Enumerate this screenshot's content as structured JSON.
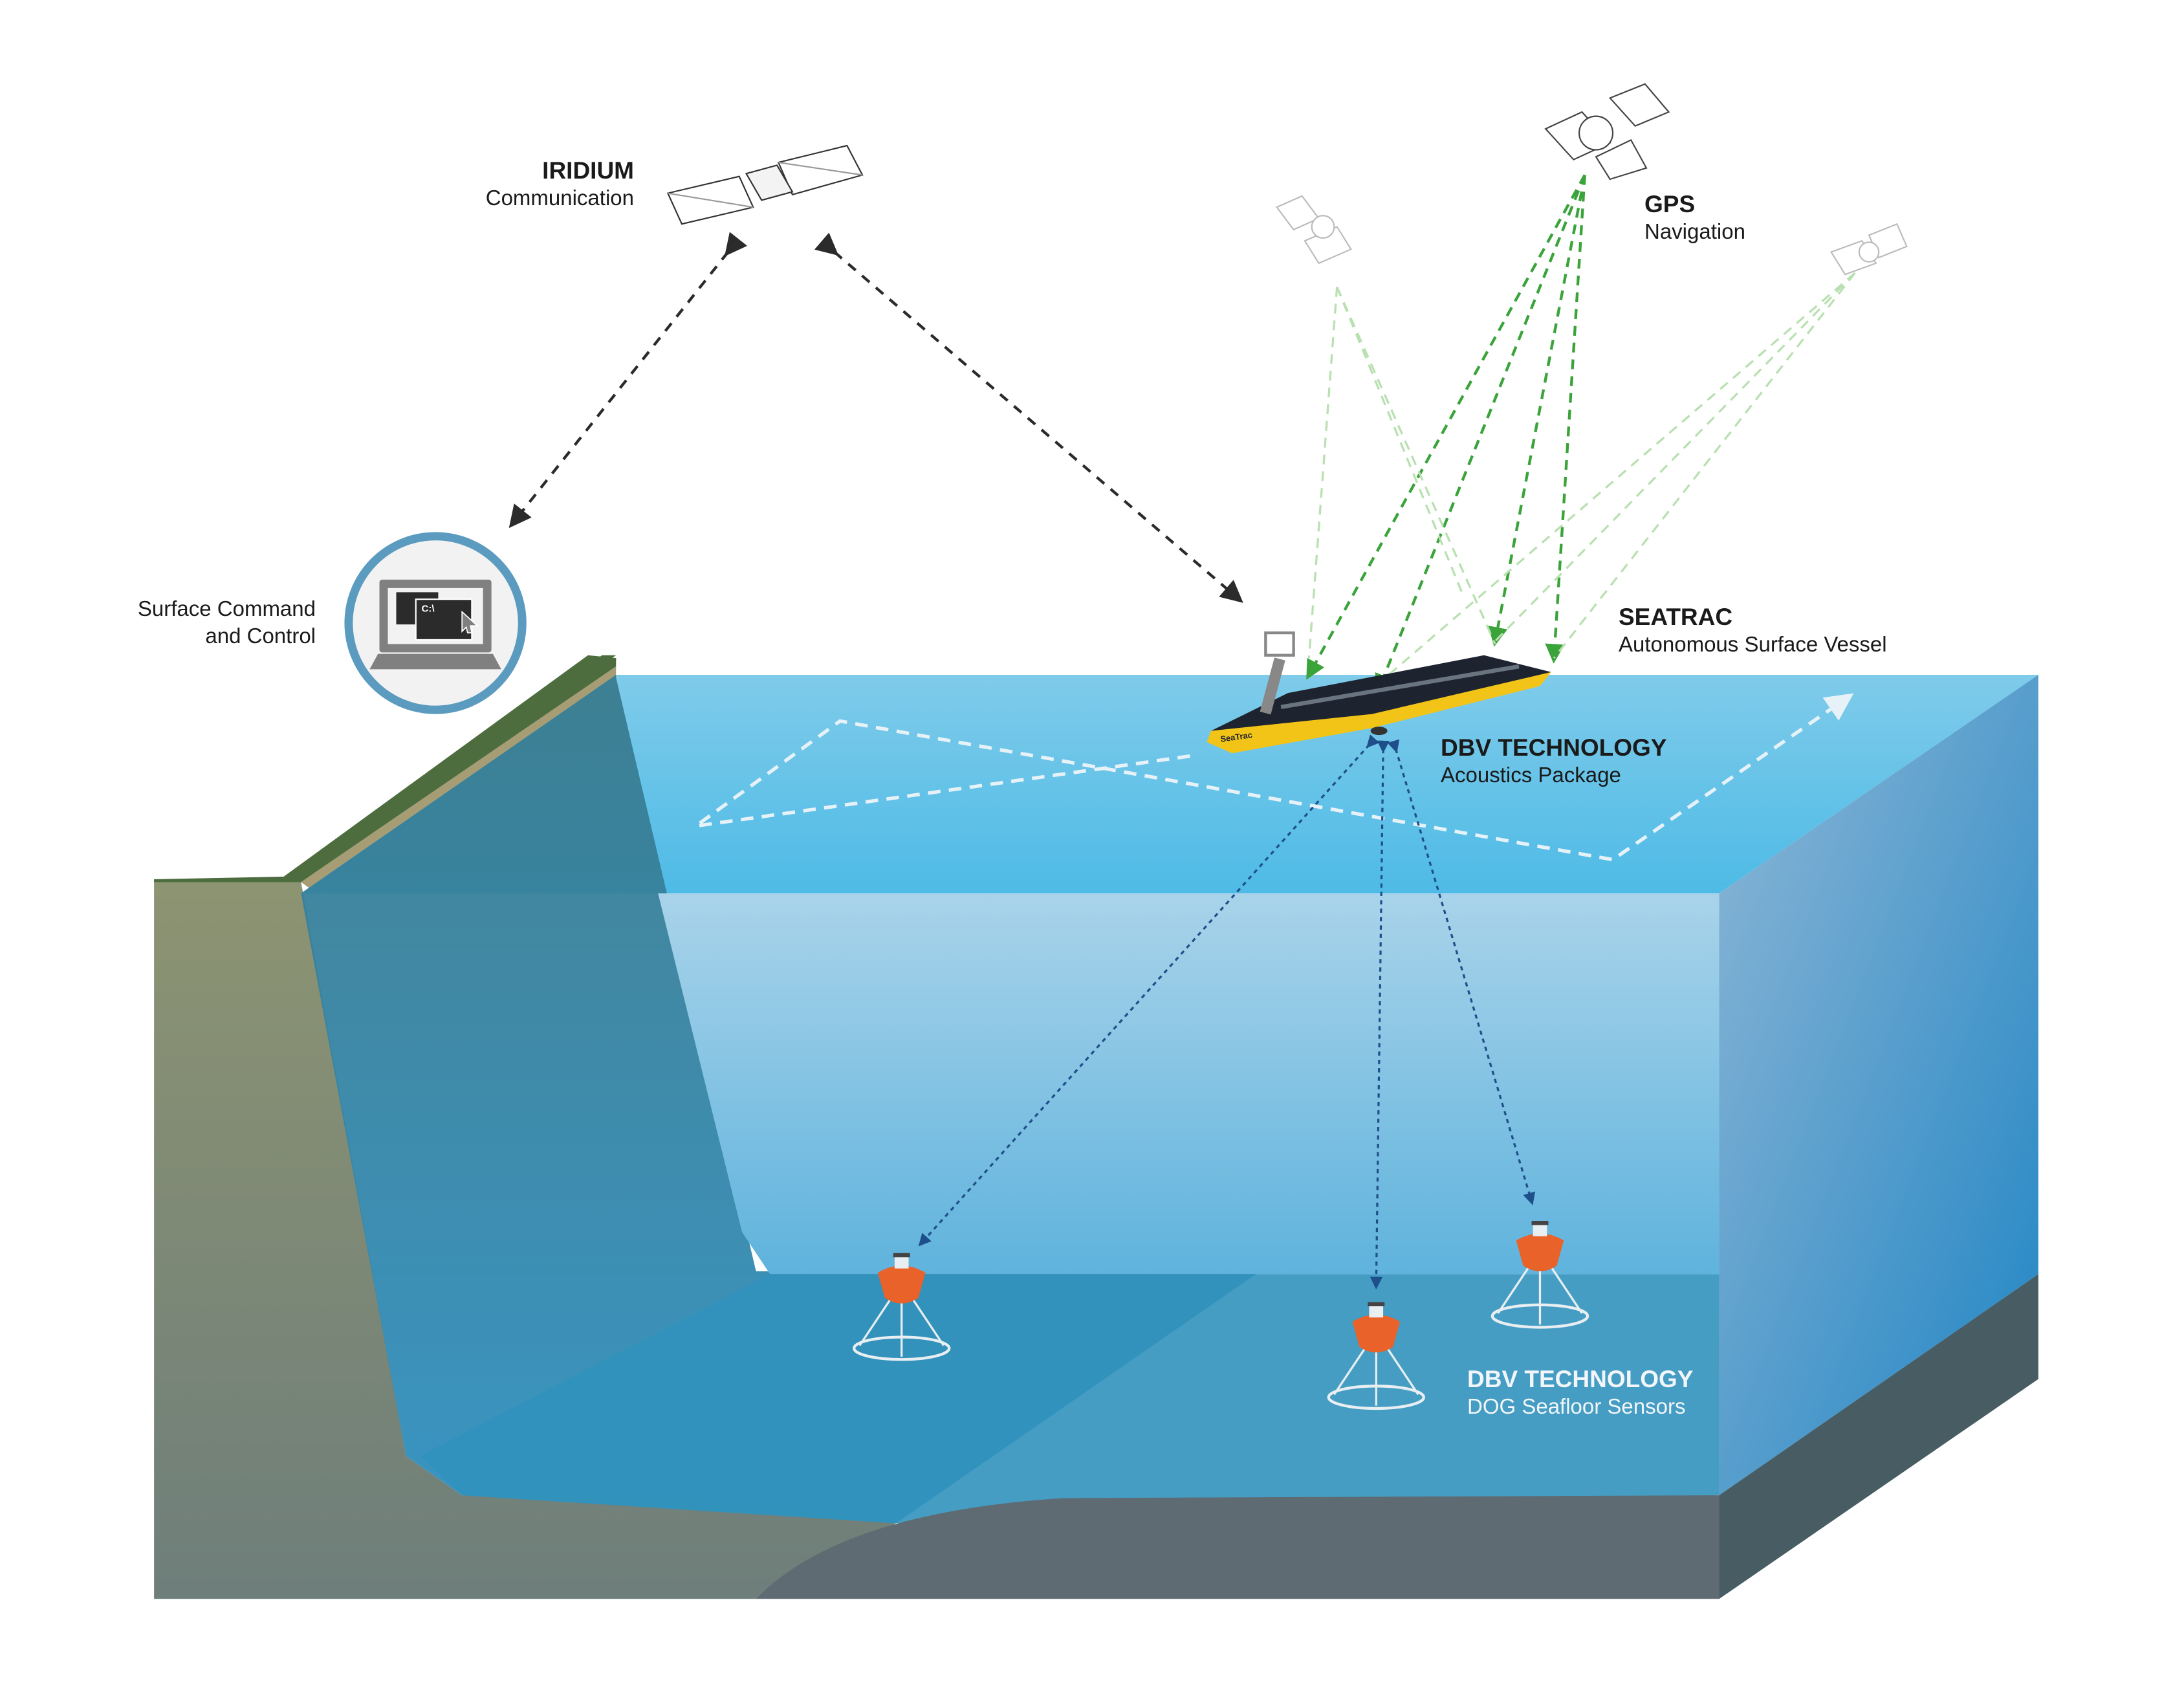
{
  "labels": {
    "iridium": {
      "title": "IRIDIUM",
      "subtitle": "Communication"
    },
    "gps": {
      "title": "GPS",
      "subtitle": "Navigation"
    },
    "surface_command": {
      "line1": "Surface Command",
      "line2": "and Control"
    },
    "seatrac": {
      "title": "SEATRAC",
      "subtitle": "Autonomous Surface Vessel"
    },
    "dbv_acoustics": {
      "title": "DBV TECHNOLOGY",
      "subtitle": "Acoustics Package"
    },
    "dbv_sensors": {
      "title": "DBV TECHNOLOGY",
      "subtitle": "DOG Seafloor Sensors"
    }
  },
  "laptop_screen_text": "C:\\",
  "boat_brand": "SeaTrac",
  "colors": {
    "water_surface": "#5ec0e6",
    "water_front": "#8ec7e6",
    "water_deep": "#2f86b0",
    "land_green": "#4a6b3e",
    "land_side": "#8a8f72",
    "seabed": "#5f6b72",
    "gps_link": "#3aa33a",
    "iridium_link": "#2b2b2b",
    "acoustic_link": "#1f4f8a",
    "icon_ring": "#5b9bbf",
    "boat_yellow": "#f2c418"
  }
}
